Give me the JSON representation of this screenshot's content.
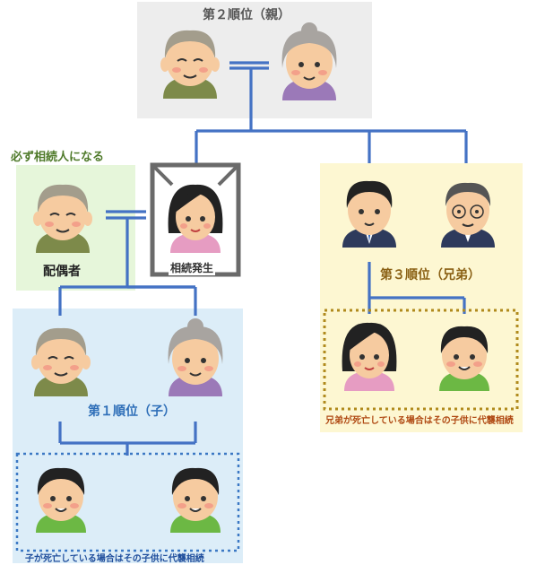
{
  "diagram": {
    "parents_label": "第２順位（親）",
    "must_heir_label": "必ず相続人になる",
    "spouse_label": "配偶者",
    "deceased_label": "相続発生",
    "siblings_label": "第３順位（兄弟）",
    "children_label": "第１順位（子）",
    "siblings_note": "兄弟が死亡している場合はその子供に代襲相続",
    "children_note": "子が死亡している場合はその子供に代襲相続"
  },
  "colors": {
    "parents_bg": "#ededed",
    "spouse_bg": "#e6f6da",
    "siblings_bg": "#fdf7d2",
    "children_bg": "#dcedf8",
    "line": "#4472c4",
    "title_green": "#4f7a2a",
    "title_brown": "#8a6014",
    "note_blue": "#1f4e9c",
    "note_orange": "#b04a14"
  },
  "icons": [
    "grandfather-icon",
    "grandmother-icon",
    "spouse-icon",
    "deceased-icon",
    "brother-icon",
    "brother-older-icon",
    "niece-icon",
    "nephew-icon",
    "son-icon",
    "daughter-icon",
    "grandson-icon",
    "granddaughter-icon"
  ]
}
